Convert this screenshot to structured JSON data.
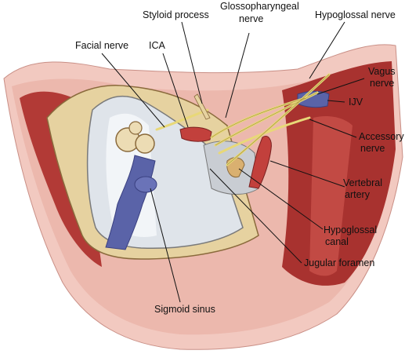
{
  "labels": {
    "styloid_process": "Styloid process",
    "glossopharyngeal_1": "Glossopharyngeal",
    "glossopharyngeal_2": "nerve",
    "hypoglossal_nerve": "Hypoglossal nerve",
    "facial_nerve": "Facial nerve",
    "ica": "ICA",
    "vagus_1": "Vagus",
    "vagus_2": "nerve",
    "ijv": "IJV",
    "accessory_1": "Accessory",
    "accessory_2": "nerve",
    "vertebral_1": "Vertebral",
    "vertebral_2": "artery",
    "hypoglossal_canal_1": "Hypoglossal",
    "hypoglossal_canal_2": "canal",
    "jugular_foramen": "Jugular foramen",
    "sigmoid_sinus": "Sigmoid sinus"
  },
  "colors": {
    "skin": "#f2c9c0",
    "muscle": "#b23a36",
    "bone": "#e6d2a0",
    "dura": "#dfe4ea",
    "vein": "#5a63a8",
    "nerve": "#e8d878",
    "artery": "#c2403c"
  }
}
